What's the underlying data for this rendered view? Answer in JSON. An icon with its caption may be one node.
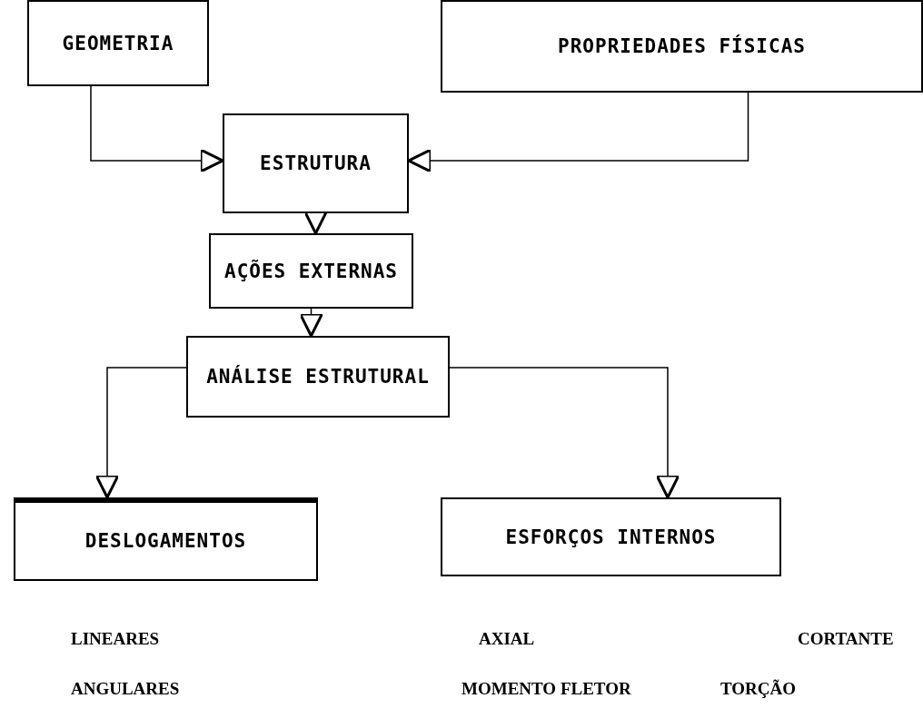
{
  "diagram": {
    "nodes": [
      {
        "text": [
          "GEOMETRIA"
        ]
      },
      {
        "text": [
          "PROPRIEDADES FÍSICAS"
        ]
      },
      {
        "text": [
          "ESTRUTURA"
        ]
      },
      {
        "text": [
          "AÇÕES EXTERNAS"
        ]
      },
      {
        "text": [
          "ANÁLISE ESTRUTURAL"
        ]
      },
      {
        "text": [
          "DESLOGAMENTOS"
        ]
      },
      {
        "text": [
          "ESFORÇOS INTERNOS"
        ]
      }
    ],
    "edges": [
      {
        "from": 0,
        "to": 2,
        "arrow": "to"
      },
      {
        "from": 1,
        "to": 2,
        "arrow": "to"
      },
      {
        "from": 2,
        "to": 3,
        "arrow": "to"
      },
      {
        "from": 3,
        "to": 4,
        "arrow": "to"
      },
      {
        "from": 4,
        "to": 5,
        "arrow": "to"
      },
      {
        "from": 4,
        "to": 6,
        "arrow": "to"
      }
    ],
    "labels": [
      "LINEARES",
      "AXIAL",
      "CORTANTE",
      "ANGULARES",
      "MOMENTO FLETOR",
      "TORÇÃO"
    ]
  }
}
